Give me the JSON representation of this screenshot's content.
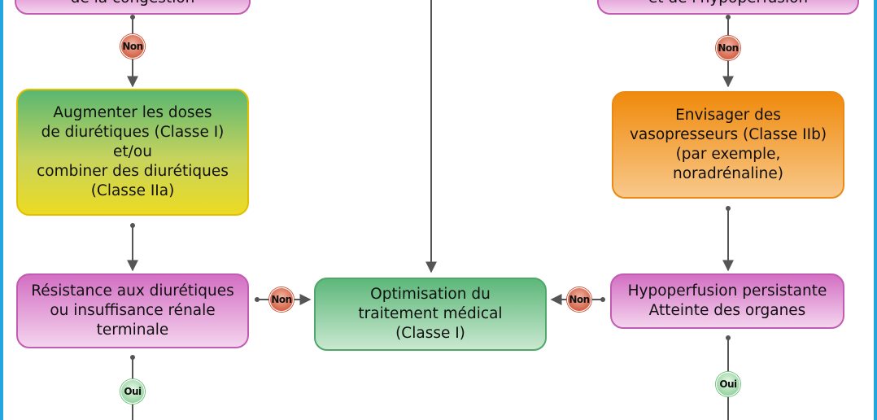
{
  "boxes": {
    "congestion_top": "de la congestion",
    "hypoperfusion_top": "et de l'hypoperfusion",
    "augmenter": "Augmenter les doses\nde diurétiques (Classe I)\net/ou\ncombiner des diurétiques\n(Classe IIa)",
    "vasopresseurs": "Envisager des\nvasopresseurs (Classe IIb)\n(par exemple,\nnoradrénaline)",
    "resistance": "Résistance aux diurétiques\nou insuffisance rénale\nterminale",
    "optimisation": "Optimisation du\ntraitement médical\n(Classe I)",
    "persistante": "Hypoperfusion persistante\nAtteinte des organes"
  },
  "badges": {
    "non": "Non",
    "oui": "Oui"
  },
  "colors": {
    "frame": "#21a6e0",
    "purple_box": "#d36fc3",
    "green_box": "#5db77a",
    "yellow_box": "#ecdb23",
    "orange_box": "#f08a0c",
    "non_badge": "#d35f43",
    "oui_badge": "#8fd19a",
    "connector": "#555555"
  }
}
